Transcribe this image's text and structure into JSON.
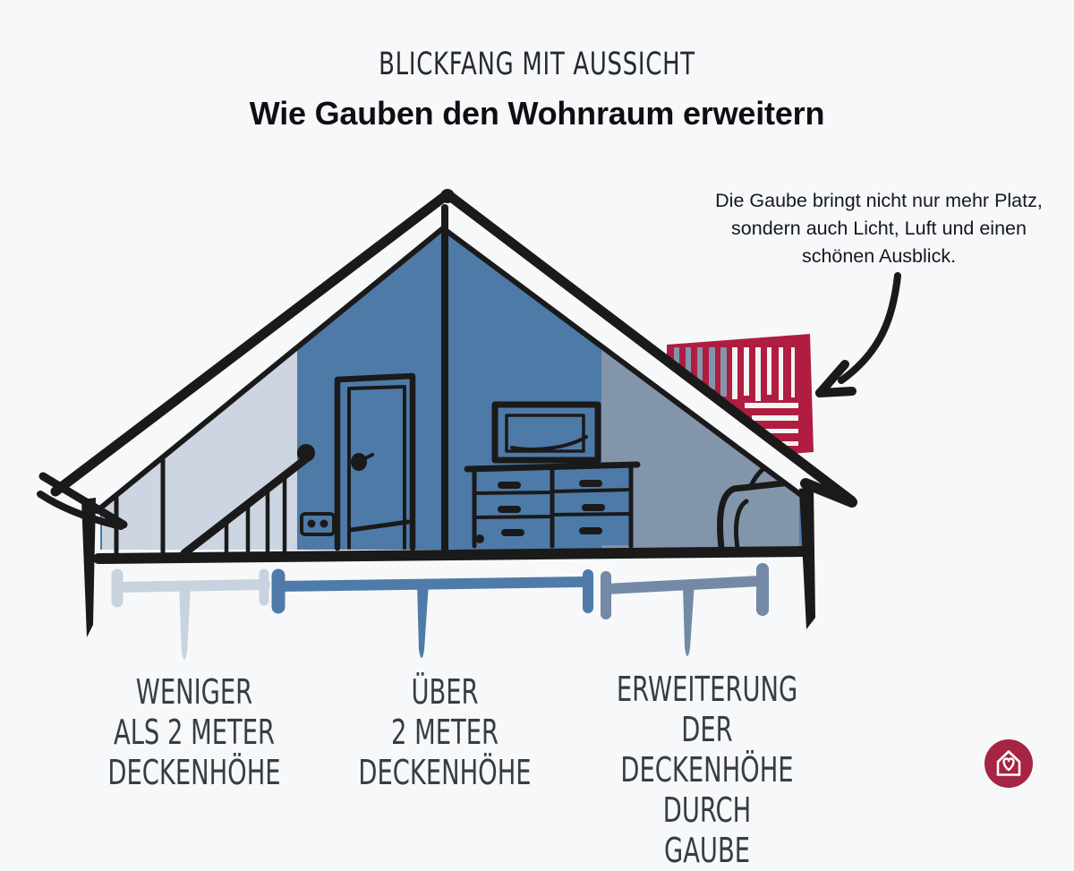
{
  "header": {
    "eyebrow": "BLICKFANG MIT AUSSICHT",
    "title": "Wie Gauben den Wohnraum erweitern"
  },
  "annotation": {
    "text": "Die Gaube bringt nicht nur mehr Platz,\nsondern auch Licht, Luft und einen\nschönen Ausblick."
  },
  "measure_labels": [
    {
      "text": "WENIGER\nALS 2 METER\nDECKENHÖHE"
    },
    {
      "text": "ÜBER\n2 METER\nDECKENHÖHE"
    },
    {
      "text": "ERWEITERUNG DER\nDECKENHÖHE DURCH\nGAUBE"
    }
  ],
  "illustration": {
    "type": "house-attic-cross-section",
    "elements": [
      "roof",
      "dormer-with-slats",
      "stair-banister",
      "door",
      "power-outlet",
      "picture-frame",
      "dresser",
      "sofa",
      "annotation-arrow",
      "ceiling-height-measure-bars"
    ]
  },
  "icons": {
    "logo": "house-with-heart-icon",
    "arrow": "hand-drawn-curved-arrow-icon"
  },
  "colors": {
    "background": "#f6f8f9",
    "ink": "#1a1a1a",
    "wall_medium_blue": "#4e7aa8",
    "wall_light": "#ccd5e1",
    "wall_slate": "#8295ab",
    "dormer_red": "#b01d41",
    "slat_white": "#f3f4f4",
    "bar_light": "#c9d3df",
    "bar_blue": "#4e7ba9",
    "bar_slate": "#7389a6",
    "logo_red": "#a52543"
  }
}
